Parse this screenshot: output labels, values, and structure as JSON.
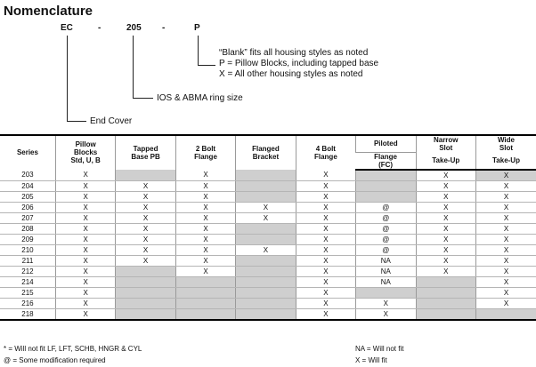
{
  "title": "Nomenclature",
  "code": {
    "part1": "EC",
    "dash1": "-",
    "part2": "205",
    "dash2": "-",
    "part3": "P"
  },
  "annotations": {
    "suffix_blank": "“Blank” fits all housing styles as noted",
    "suffix_p": "P = Pillow Blocks, including tapped base",
    "suffix_x": "X = All other housing styles as noted",
    "ring_size": "IOS & ABMA ring size",
    "end_cover": "End Cover"
  },
  "table": {
    "headers": {
      "series": "Series",
      "pillow": [
        "Pillow",
        "Blocks",
        "Std, U, B"
      ],
      "tapped": [
        "Tapped",
        "Base PB"
      ],
      "bolt2": [
        "2 Bolt",
        "Flange"
      ],
      "flanged": [
        "Flanged",
        "Bracket"
      ],
      "bolt4": [
        "4 Bolt",
        "Flange"
      ],
      "piloted": [
        "Piloted",
        "Flange",
        "(FC)"
      ],
      "narrow": [
        "Narrow",
        "Slot",
        "Take-Up"
      ],
      "wide": [
        "Wide",
        "Slot",
        "Take-Up"
      ]
    },
    "rows": [
      [
        "203",
        "X",
        "",
        "X",
        "",
        "X",
        "",
        "X",
        "X"
      ],
      [
        "204",
        "X",
        "X",
        "X",
        "",
        "X",
        "",
        "X",
        "X"
      ],
      [
        "205",
        "X",
        "X",
        "X",
        "",
        "X",
        "",
        "X",
        "X"
      ],
      [
        "206",
        "X",
        "X",
        "X",
        "X",
        "X",
        "@",
        "X",
        "X"
      ],
      [
        "207",
        "X",
        "X",
        "X",
        "X",
        "X",
        "@",
        "X",
        "X"
      ],
      [
        "208",
        "X",
        "X",
        "X",
        "",
        "X",
        "@",
        "X",
        "X"
      ],
      [
        "209",
        "X",
        "X",
        "X",
        "",
        "X",
        "@",
        "X",
        "X"
      ],
      [
        "210",
        "X",
        "X",
        "X",
        "X",
        "X",
        "@",
        "X",
        "X"
      ],
      [
        "211",
        "X",
        "X",
        "X",
        "",
        "X",
        "NA",
        "X",
        "X"
      ],
      [
        "212",
        "X",
        "",
        "X",
        "",
        "X",
        "NA",
        "X",
        "X"
      ],
      [
        "214",
        "X",
        "",
        "",
        "",
        "X",
        "NA",
        "",
        "X"
      ],
      [
        "215",
        "X",
        "",
        "",
        "",
        "X",
        "",
        "",
        "X"
      ],
      [
        "216",
        "X",
        "",
        "",
        "",
        "X",
        "X",
        "",
        "X"
      ],
      [
        "218",
        "X",
        "",
        "",
        "",
        "X",
        "X",
        "",
        ""
      ]
    ],
    "shaded": [
      [
        0,
        0,
        1,
        0,
        1,
        0,
        1,
        0,
        1
      ],
      [
        0,
        0,
        0,
        0,
        1,
        0,
        1,
        0,
        0
      ],
      [
        0,
        0,
        0,
        0,
        1,
        0,
        1,
        0,
        0
      ],
      [
        0,
        0,
        0,
        0,
        0,
        0,
        0,
        0,
        0
      ],
      [
        0,
        0,
        0,
        0,
        0,
        0,
        0,
        0,
        0
      ],
      [
        0,
        0,
        0,
        0,
        1,
        0,
        0,
        0,
        0
      ],
      [
        0,
        0,
        0,
        0,
        1,
        0,
        0,
        0,
        0
      ],
      [
        0,
        0,
        0,
        0,
        0,
        0,
        0,
        0,
        0
      ],
      [
        0,
        0,
        0,
        0,
        1,
        0,
        0,
        0,
        0
      ],
      [
        0,
        0,
        1,
        0,
        1,
        0,
        0,
        0,
        0
      ],
      [
        0,
        0,
        1,
        1,
        1,
        0,
        0,
        1,
        0
      ],
      [
        0,
        0,
        1,
        1,
        1,
        0,
        1,
        1,
        0
      ],
      [
        0,
        0,
        1,
        1,
        1,
        0,
        0,
        1,
        0
      ],
      [
        0,
        0,
        1,
        1,
        1,
        0,
        0,
        1,
        1
      ]
    ]
  },
  "footnotes": {
    "star": "*   = Will not fit LF, LFT, SCHB, HNGR & CYL",
    "at": "@ = Some modification required",
    "na": "NA = Will not fit",
    "x": "X   = Will fit"
  },
  "colors": {
    "shade": "#cfcfcf",
    "rule": "#000000"
  }
}
